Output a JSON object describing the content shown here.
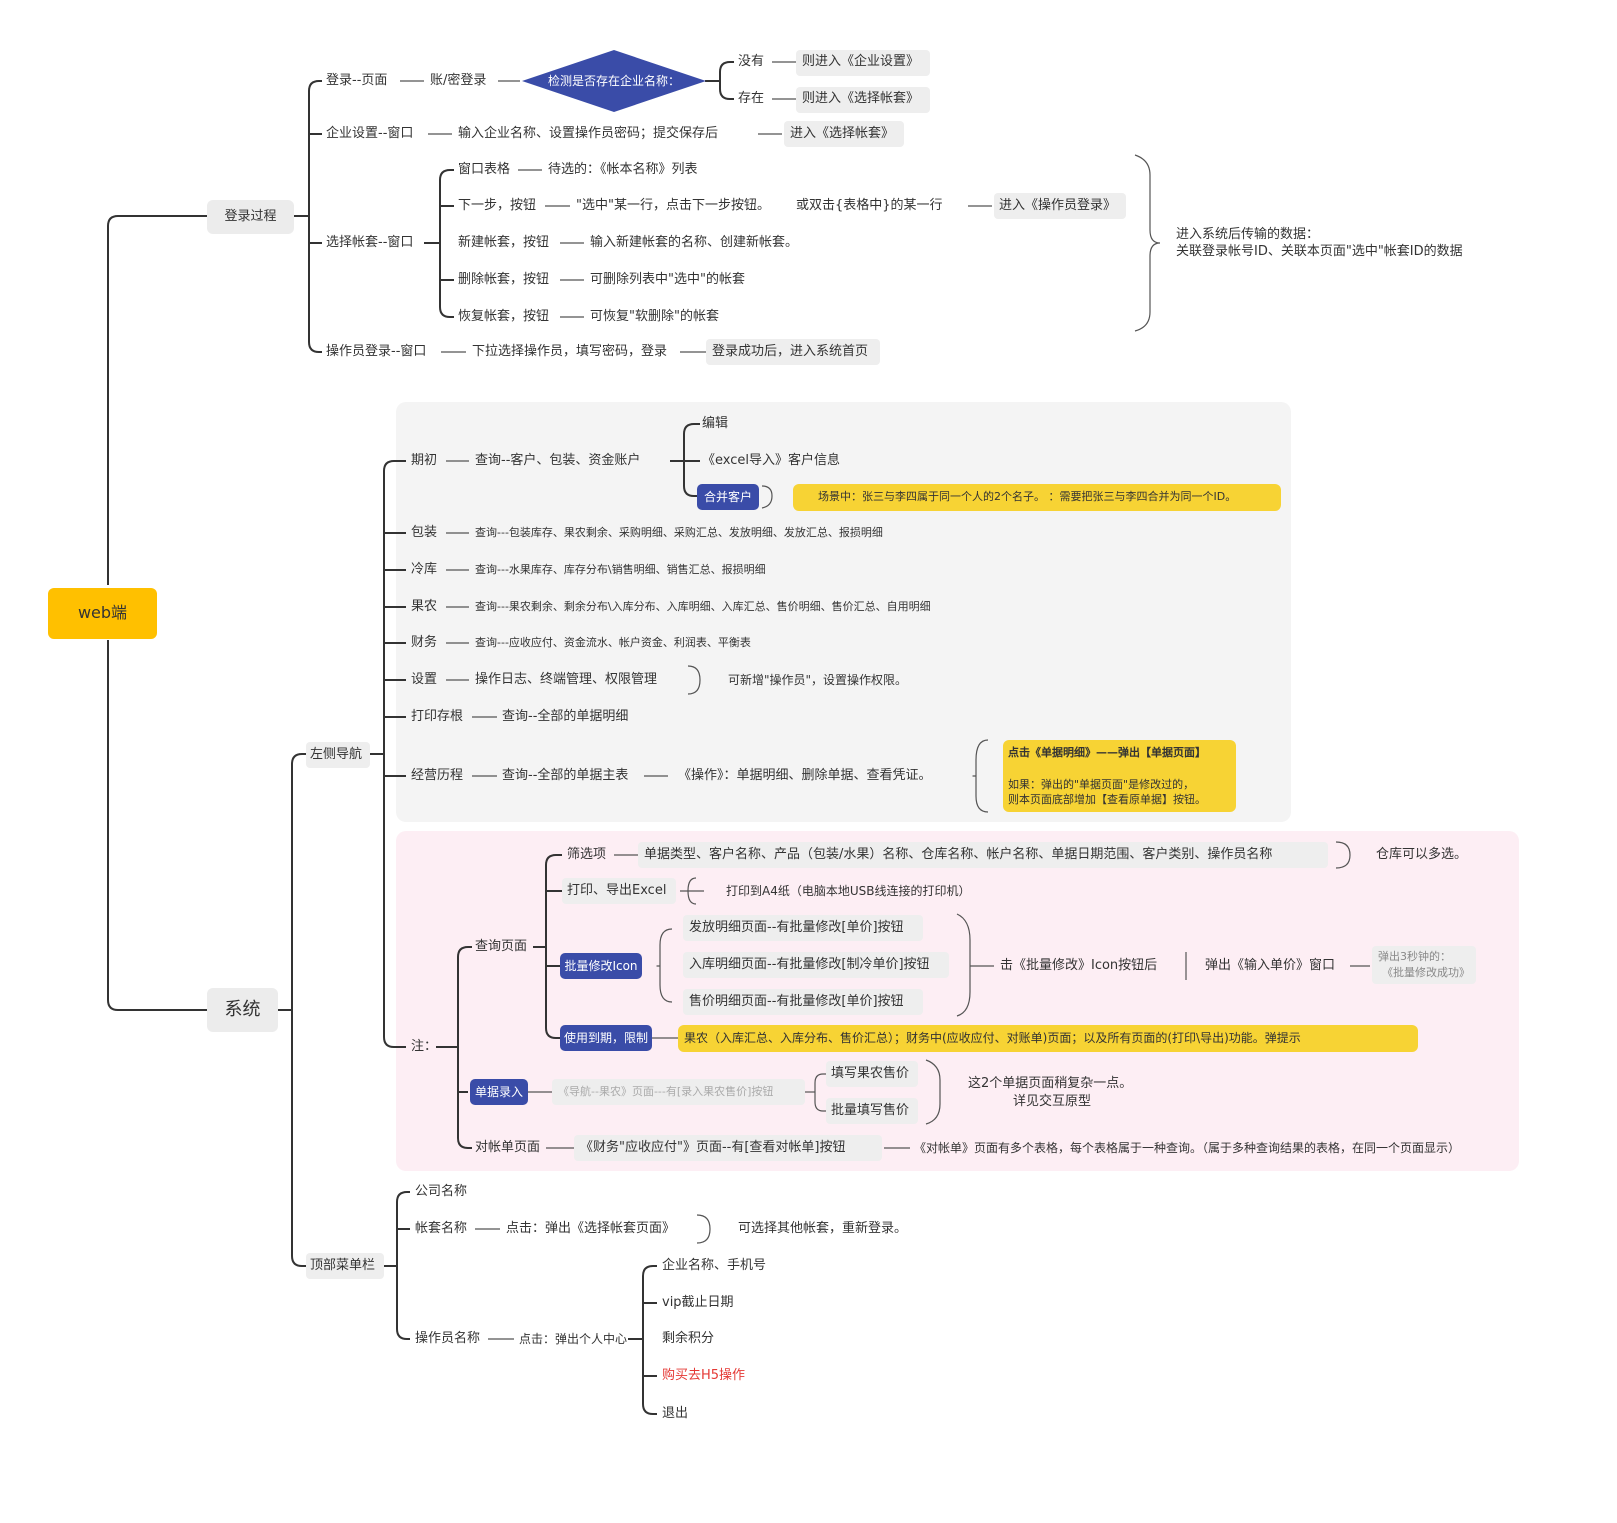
{
  "root": "web端",
  "login": {
    "label": "登录过程",
    "page": "登录--页面",
    "account": "账/密登录",
    "check": "检测是否存在企业名称：",
    "no": "没有",
    "no_go": "则进入《企业设置》",
    "yes": "存在",
    "yes_go": "则进入《选择帐套》",
    "ent": "企业设置--窗口",
    "ent_desc": "输入企业名称、设置操作员密码；提交保存后",
    "ent_go": "进入《选择帐套》",
    "select": "选择帐套--窗口",
    "table": "窗口表格",
    "table_desc": "待选的：《帐本名称》列表",
    "next": "下一步，按钮",
    "next_desc": "\"选中\"某一行，点击下一步按钮。",
    "next_desc2": "或双击{表格中}的某一行",
    "next_go": "进入《操作员登录》",
    "new": "新建帐套，按钮",
    "new_desc": "输入新建帐套的名称、创建新帐套。",
    "del": "删除帐套，按钮",
    "del_desc": "可删除列表中\"选中\"的帐套",
    "restore": "恢复帐套，按钮",
    "restore_desc": "可恢复\"软删除\"的帐套",
    "transfer1": "进入系统后传输的数据：",
    "transfer2": "关联登录帐号ID、关联本页面\"选中\"帐套ID的数据",
    "op": "操作员登录--窗口",
    "op_desc": "下拉选择操作员，填写密码，登录",
    "op_go": "登录成功后，进入系统首页"
  },
  "system": {
    "label": "系统",
    "leftnav": "左侧导航",
    "init": "期初",
    "init_q": "查询--客户、包装、资金账户",
    "edit": "编辑",
    "excel": "《excel导入》客户信息",
    "merge": "合并客户",
    "merge_note": "场景中：张三与李四属于同一个人的2个名子。 ：需要把张三与李四合并为同一个ID。",
    "pack": "包装",
    "pack_q": "查询---包装库存、果农剩余、采购明细、采购汇总、发放明细、发放汇总、报损明细",
    "cold": "冷库",
    "cold_q": "查询---水果库存、库存分布\\销售明细、销售汇总、报损明细",
    "farmer": "果农",
    "farmer_q": "查询---果农剩余、剩余分布\\入库分布、入库明细、入库汇总、售价明细、售价汇总、自用明细",
    "finance": "财务",
    "finance_q": "查询---应收应付、资金流水、帐户资金、利润表、平衡表",
    "settings": "设置",
    "settings_q": "操作日志、终端管理、权限管理",
    "settings_note": "可新增\"操作员\"，设置操作权限。",
    "print": "打印存根",
    "print_q": "查询--全部的单据明细",
    "history": "经营历程",
    "history_q": "查询--全部的单据主表",
    "history_op": "《操作》：单据明细、删除单据、查看凭证。",
    "history_n1": "点击《单据明细》——弹出【单据页面】",
    "history_n2": "如果：弹出的\"单据页面\"是修改过的，",
    "history_n3": "则本页面底部增加【查看原单据】按钮。",
    "note": "注：",
    "query_page": "查询页面",
    "filter": "筛选项",
    "filter_desc": "单据类型、客户名称、产品（包装/水果）名称、仓库名称、帐户名称、单据日期范围、客户类别、操作员名称",
    "filter_note": "仓库可以多选。",
    "printexp": "打印、导出Excel",
    "printexp_desc": "打印到A4纸（电脑本地USB线连接的打印机）",
    "batch": "批量修改Icon",
    "batch1": "发放明细页面--有批量修改[单价]按钮",
    "batch2": "入库明细页面--有批量修改[制冷单价]按钮",
    "batch3": "售价明细页面--有批量修改[单价]按钮",
    "batch_click": "击《批量修改》Icon按钮后",
    "batch_popup": "弹出《输入单价》窗口",
    "batch_ok1": "弹出3秒钟的：",
    "batch_ok2": "《批量修改成功》",
    "expire": "使用到期，限制",
    "expire_note": "果农（入库汇总、入库分布、售价汇总）；财务中(应收应付、对账单)页面；以及所有页面的(打印\\导出)功能。弹提示",
    "entry": "单据录入",
    "entry_desc": "《导航--果农》页面---有[录入果农售价]按钮",
    "entry1": "填写果农售价",
    "entry2": "批量填写售价",
    "entry_note1": "这2个单据页面稍复杂一点。",
    "entry_note2": "详见交互原型",
    "recon": "对帐单页面",
    "recon_desc": "《财务\"应收应付\"》页面--有[查看对帐单]按钮",
    "recon_note": "《对帐单》页面有多个表格，每个表格属于一种查询。（属于多种查询结果的表格，在同一个页面显示）",
    "topbar": "顶部菜单栏",
    "company": "公司名称",
    "book": "帐套名称",
    "book_click": "点击：弹出《选择帐套页面》",
    "book_note": "可选择其他帐套，重新登录。",
    "operator": "操作员名称",
    "op_click": "点击：弹出个人中心",
    "pc1": "企业名称、手机号",
    "pc2": "vip截止日期",
    "pc3": "剩余积分",
    "pc4": "购买去H5操作",
    "pc5": "退出"
  },
  "colors": {
    "root": "#ffc000",
    "diamond": "#3a4ca8",
    "blue_tag": "#3a4ca8",
    "highlight": "#f7d334",
    "red_text": "#e53935",
    "gray_region": "#f4f4f4",
    "pink_region": "#fdeef4"
  }
}
